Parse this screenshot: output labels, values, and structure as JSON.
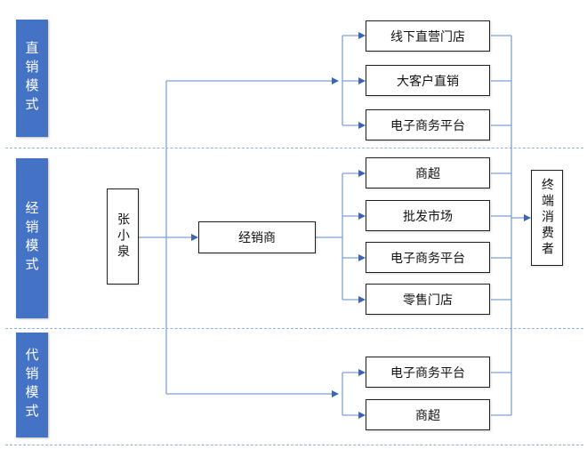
{
  "bands": {
    "direct": "直销模式",
    "distributor": "经销模式",
    "consignment": "代销模式"
  },
  "source": "张小泉",
  "distributor_node": "经销商",
  "consumer": "终端消费者",
  "direct_channels": [
    "线下直营门店",
    "大客户直销",
    "电子商务平台"
  ],
  "distributor_channels": [
    "商超",
    "批发市场",
    "电子商务平台",
    "零售门店"
  ],
  "consignment_channels": [
    "电子商务平台",
    "商超"
  ],
  "colors": {
    "band": "#4472c4",
    "line": "#7ea1d6",
    "arrow": "#3a66b8",
    "separator": "#8fb0d8"
  }
}
